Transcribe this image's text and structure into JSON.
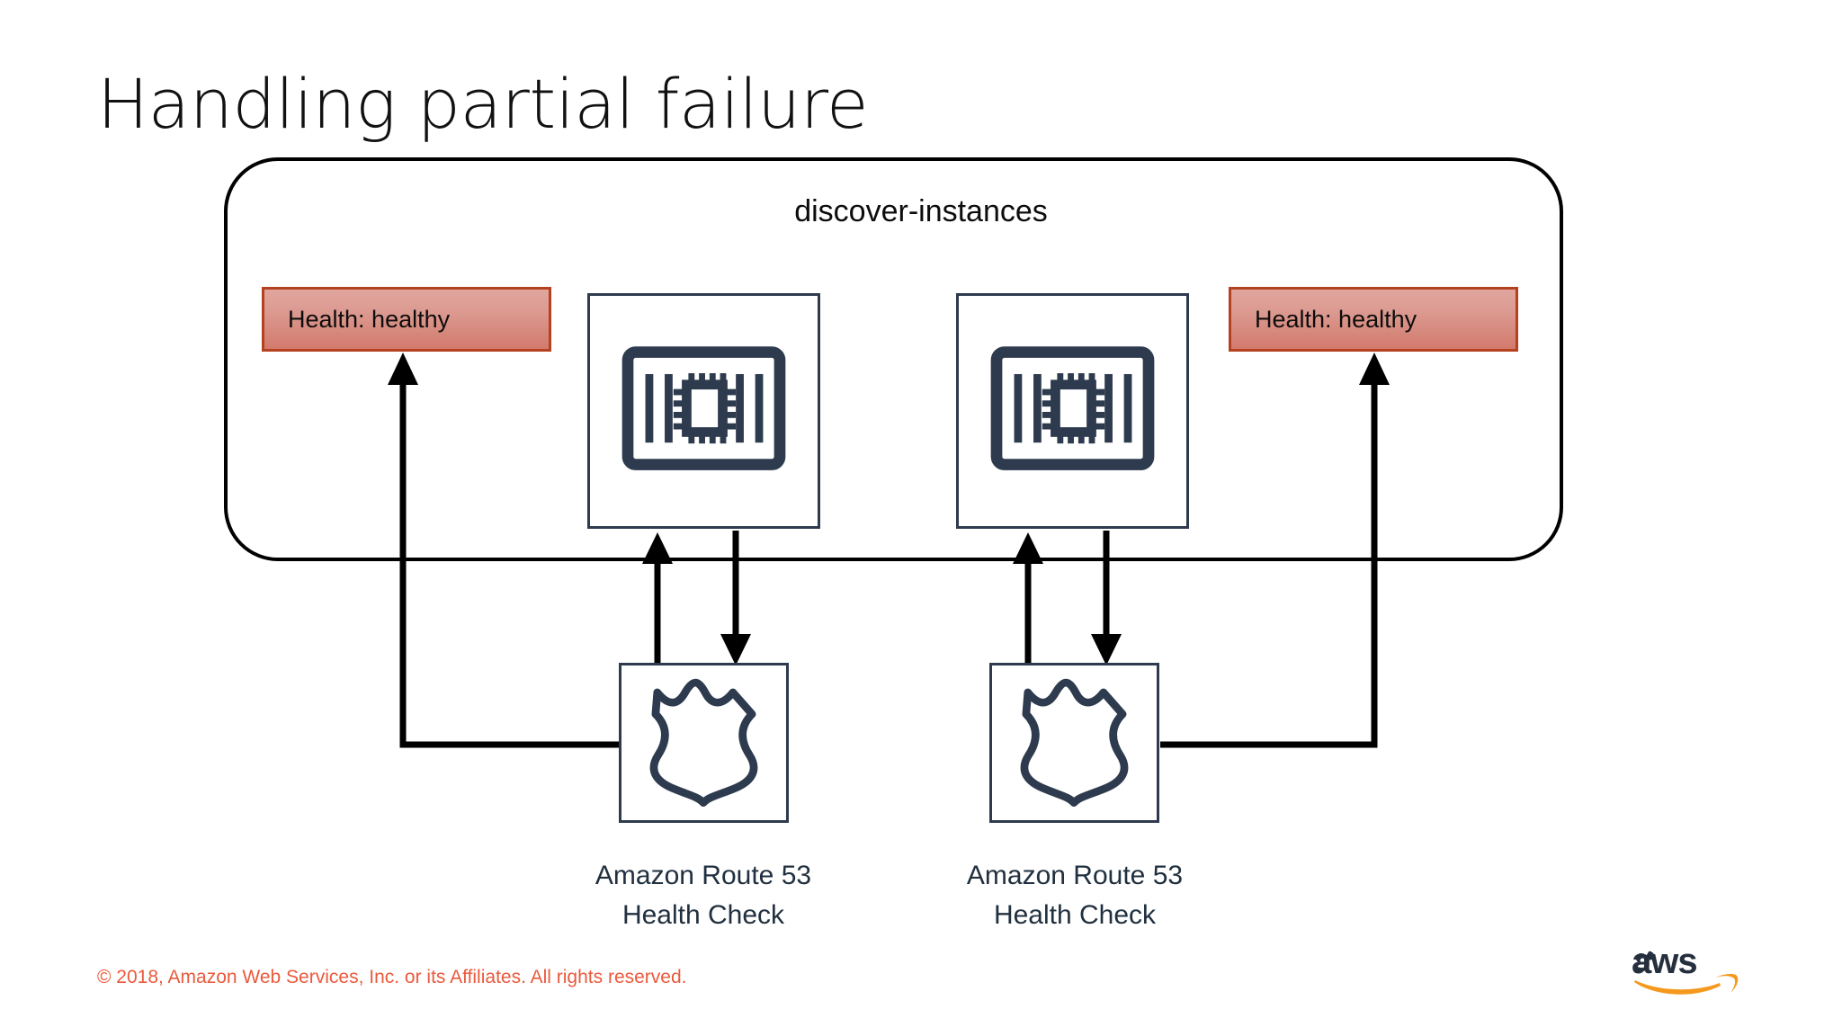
{
  "slide": {
    "title": "Handling partial failure",
    "background_color": "#ffffff"
  },
  "diagram": {
    "group": {
      "label": "discover-instances",
      "shape": "rounded-rectangle",
      "border_color": "#000000"
    },
    "badges": [
      {
        "id": "health-badge-left",
        "label": "Health: healthy",
        "fill_top": "#e0a69e",
        "fill_bottom": "#d27a6c",
        "border_color": "#b4411f"
      },
      {
        "id": "health-badge-right",
        "label": "Health: healthy",
        "fill_top": "#e0a69e",
        "fill_bottom": "#d27a6c",
        "border_color": "#b4411f"
      }
    ],
    "instances": [
      {
        "id": "ec2-instance-1",
        "icon": "ec2-instance-icon",
        "color": "#2e3b4e"
      },
      {
        "id": "ec2-instance-2",
        "icon": "ec2-instance-icon",
        "color": "#2e3b4e"
      }
    ],
    "health_checks": [
      {
        "id": "route53-health-check-1",
        "icon": "route53-shield-icon",
        "caption_line1": "Amazon Route 53",
        "caption_line2": "Health Check",
        "color": "#2e3b4e"
      },
      {
        "id": "route53-health-check-2",
        "icon": "route53-shield-icon",
        "caption_line1": "Amazon Route 53",
        "caption_line2": "Health Check",
        "color": "#2e3b4e"
      }
    ],
    "connector_color": "#000000"
  },
  "footer": {
    "copyright": "© 2018, Amazon Web Services, Inc. or its Affiliates. All rights reserved.",
    "copyright_color": "#ea5a3d",
    "logo_text": "aws",
    "logo_wordmark_color": "#252f3e",
    "logo_arrow_color": "#f4991d"
  }
}
